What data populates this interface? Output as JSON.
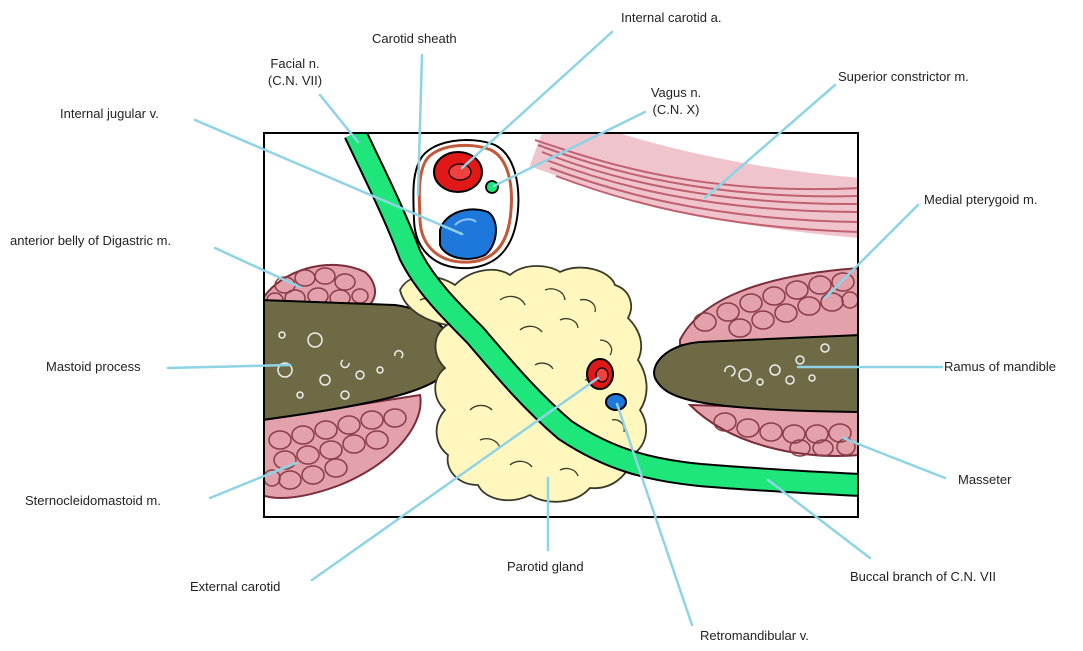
{
  "colors": {
    "background": "#ffffff",
    "frame": "#000000",
    "bone": "#6e6a45",
    "muscle": "#e3a1ab",
    "gland": "#fff7bd",
    "nerve": "#1ee67a",
    "artery": "#e01818",
    "vein": "#1e78dc",
    "leader_line": "#8fd3e6",
    "sheath": "#c05a3a"
  },
  "labels": {
    "internal_carotid_a": "Internal carotid a.",
    "carotid_sheath": "Carotid sheath",
    "facial_n_1": "Facial n.",
    "facial_n_2": "(C.N. VII)",
    "vagus_n_1": "Vagus n.",
    "vagus_n_2": "(C.N. X)",
    "superior_constrictor": "Superior constrictor m.",
    "internal_jugular": "Internal jugular v.",
    "medial_pterygoid": "Medial pterygoid m.",
    "digastric": "anterior belly of Digastric m.",
    "mastoid_process": "Mastoid process",
    "ramus_mandible": "Ramus of mandible",
    "masseter": "Masseter",
    "sternocleidomastoid": "Sternocleidomastoid m.",
    "parotid_gland": "Parotid gland",
    "buccal_branch": "Buccal branch of C.N. VII",
    "external_carotid": "External carotid",
    "retromandibular": "Retromandibular v."
  }
}
